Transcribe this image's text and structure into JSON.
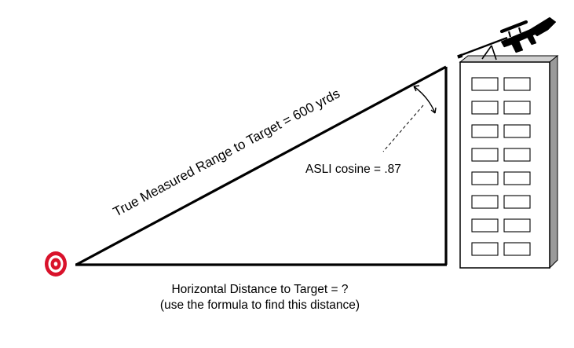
{
  "diagram": {
    "range_label": "True Measured Range to Target = 600 yrds",
    "cosine_label": "ASLI cosine = .87",
    "horizontal_label": "Horizontal Distance to Target = ?",
    "formula_hint": "(use the formula to find this distance)"
  },
  "icons": {
    "target": "bullseye-target-icon",
    "rifle": "sniper-rifle-icon",
    "building": "office-building-icon"
  },
  "colors": {
    "line": "#000000",
    "target_red": "#d9122b",
    "building_face": "#ffffff",
    "building_side": "#9a9a9a",
    "building_top": "#d0d0d0"
  },
  "building": {
    "floors": 8,
    "windows_per_floor": 2
  }
}
